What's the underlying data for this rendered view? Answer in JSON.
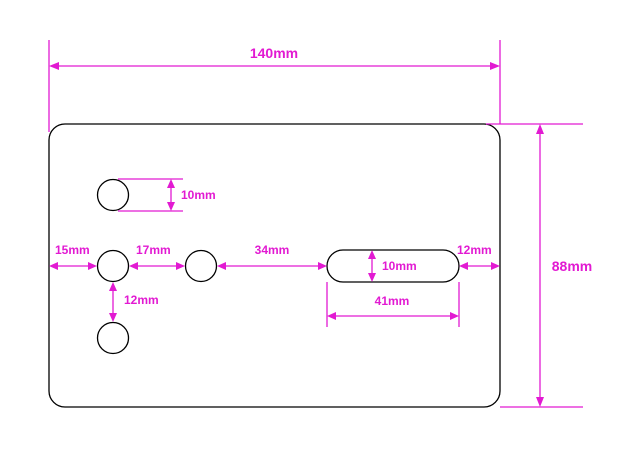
{
  "dimensions": {
    "overall_width": "140mm",
    "overall_height": "88mm",
    "hole_diameter": "10mm",
    "left_edge_to_hole": "15mm",
    "hole_to_hole_horizontal": "17mm",
    "hole_to_slot": "34mm",
    "slot_to_right_edge": "12mm",
    "slot_width": "10mm",
    "slot_length": "41mm",
    "hole_to_hole_vertical": "12mm"
  },
  "colors": {
    "dimension": "#e21ad2",
    "outline": "#000000",
    "background": "#ffffff"
  }
}
